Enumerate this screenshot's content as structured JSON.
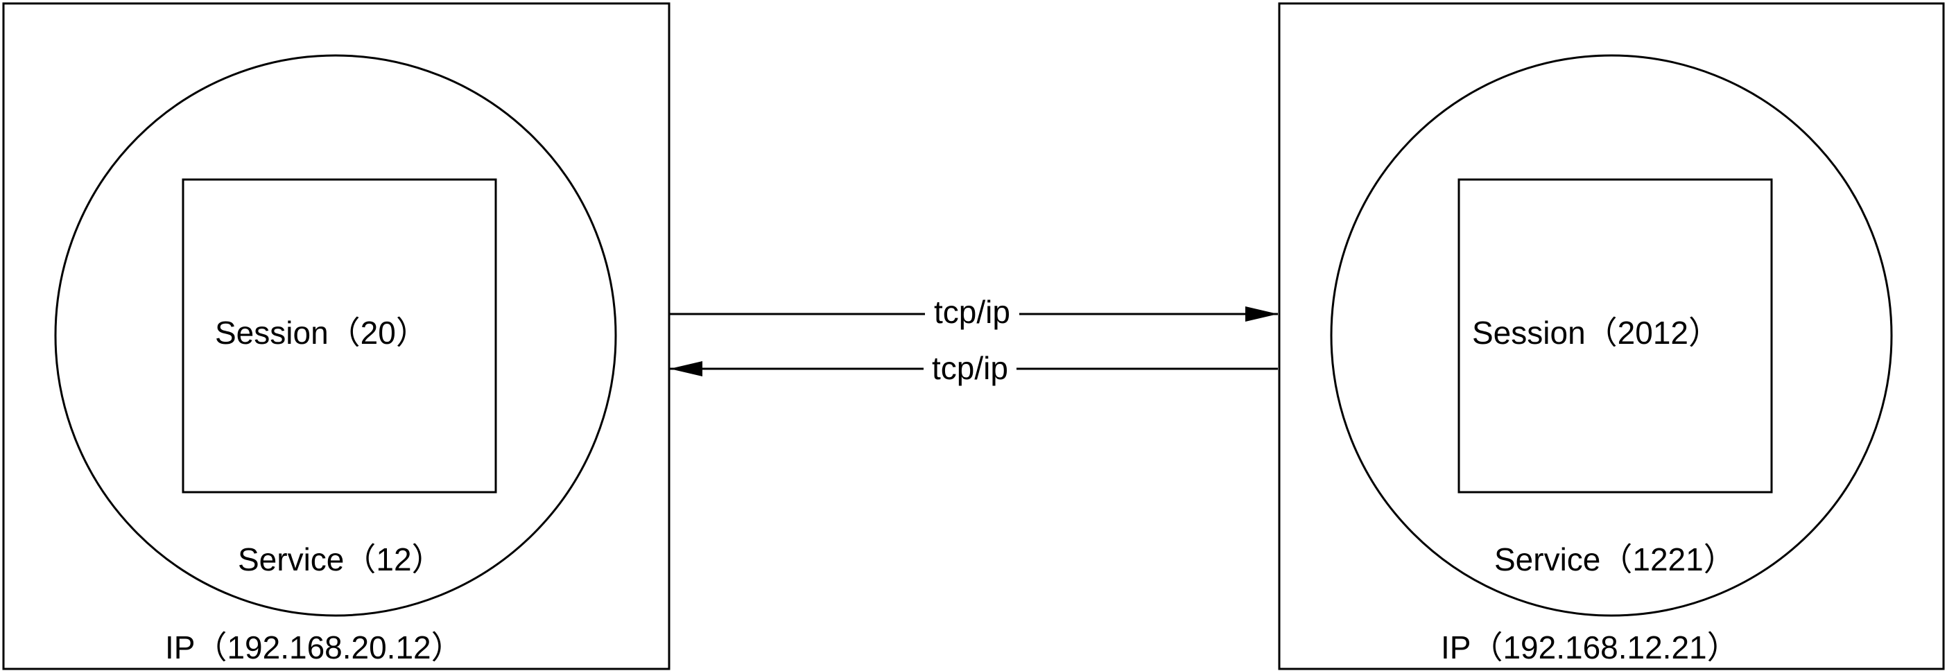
{
  "hosts": [
    {
      "ip_label": "IP（192.168.20.12）",
      "service_label": "Service（12）",
      "session_label": "Session（20）"
    },
    {
      "ip_label": "IP（192.168.12.21）",
      "service_label": "Service（1221）",
      "session_label": "Session（2012）"
    }
  ],
  "connections": [
    {
      "label": "tcp/ip",
      "direction": "left-to-right"
    },
    {
      "label": "tcp/ip",
      "direction": "right-to-left"
    }
  ],
  "colors": {
    "stroke": "#000000",
    "background": "#ffffff",
    "text": "#000000"
  }
}
